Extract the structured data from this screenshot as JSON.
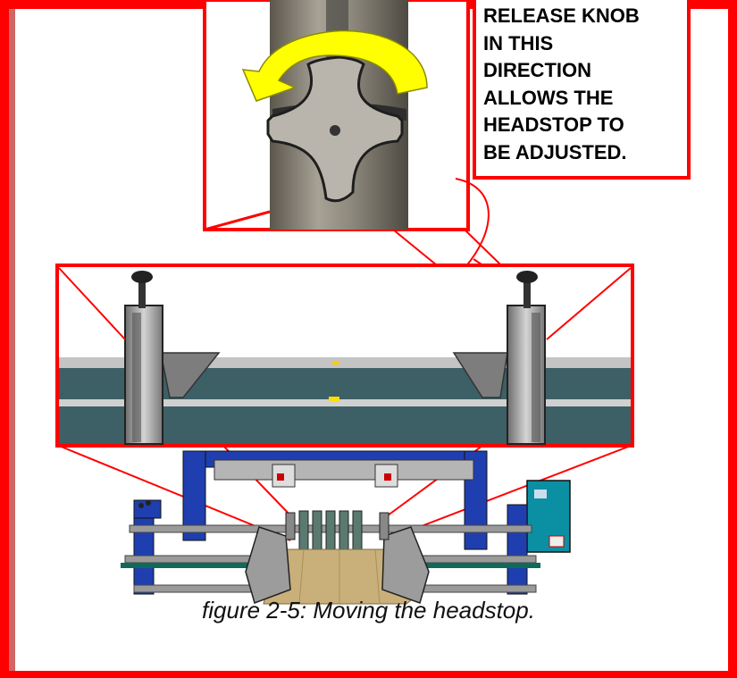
{
  "figure": {
    "callout_lines": [
      "RELEASE KNOB",
      "IN THIS",
      "DIRECTION",
      "ALLOWS THE",
      "HEADSTOP TO",
      "BE ADJUSTED."
    ],
    "caption": "figure 2-5: Moving the headstop."
  },
  "colors": {
    "frame": "#ff0000",
    "arrow": "#ffff00",
    "machine_blue": "#1f3fb0",
    "rail": "#3d5f66",
    "cardboard": "#c9b07a"
  },
  "icons": {
    "rotation": "curved-arrow-left",
    "knob": "star-knob"
  }
}
